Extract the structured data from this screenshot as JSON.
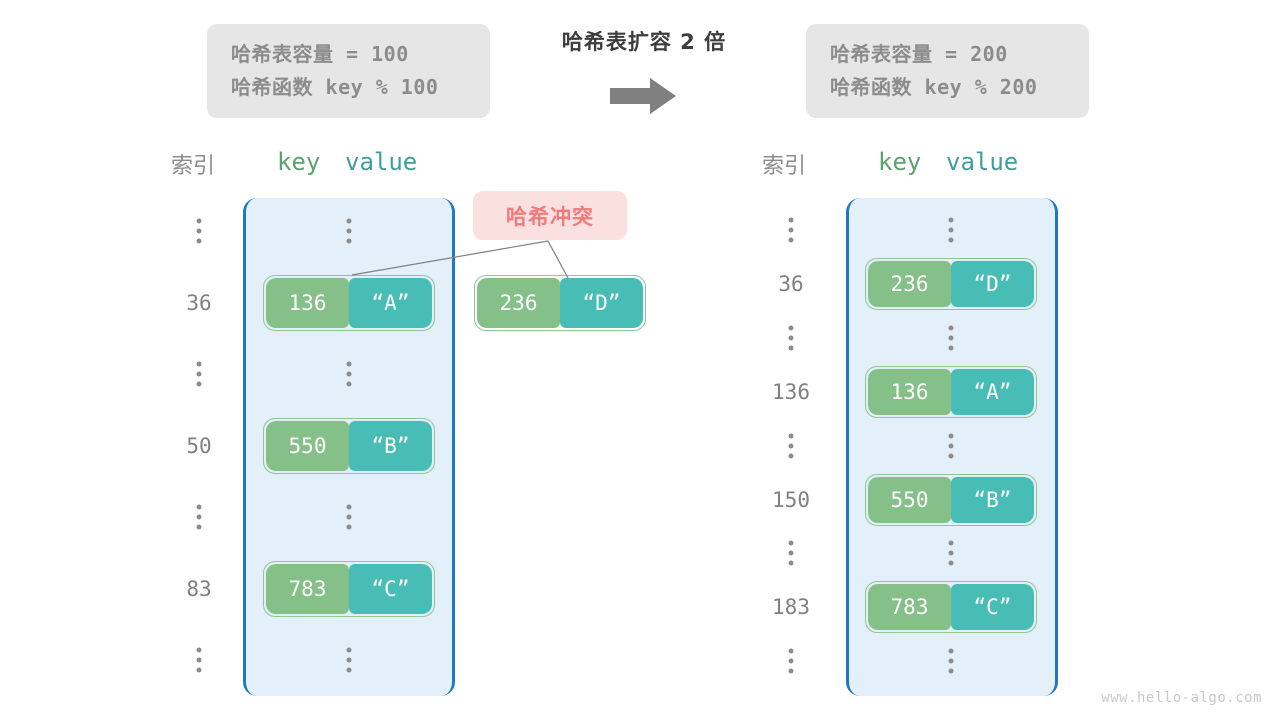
{
  "header": {
    "left_box": {
      "capacity_line": "哈希表容量 = 100",
      "hashfunc_line": "哈希函数 key % 100"
    },
    "right_box": {
      "capacity_line": "哈希表容量 = 200",
      "hashfunc_line": "哈希函数 key % 200"
    },
    "expand_title": "哈希表扩容 2 倍",
    "arrow_icon": "right-arrow-icon",
    "arrow_color": "#808080"
  },
  "collision": {
    "badge_label": "哈希冲突",
    "badge_bg": "#fbe0e0",
    "badge_text_color": "#ef7b7b",
    "leader_line_color": "#808080"
  },
  "colors": {
    "key_cell": "#84c087",
    "value_cell": "#48bdb6",
    "pair_border": "#8fc790",
    "bucket_bg": "#e3eff9",
    "bucket_border": "#1f78c1",
    "index_text": "#808080",
    "dots": "#8c8c8c",
    "info_box_bg": "#e6e6e6",
    "info_box_text": "#8c8c8c"
  },
  "left_table": {
    "header_index": "索引",
    "header_key": "key",
    "header_value": "value",
    "rows": [
      {
        "type": "ellipsis",
        "index": "",
        "key": "",
        "value": ""
      },
      {
        "type": "entry",
        "index": "36",
        "key": "136",
        "value": "“A”"
      },
      {
        "type": "ellipsis",
        "index": "",
        "key": "",
        "value": ""
      },
      {
        "type": "entry",
        "index": "50",
        "key": "550",
        "value": "“B”"
      },
      {
        "type": "ellipsis",
        "index": "",
        "key": "",
        "value": ""
      },
      {
        "type": "entry",
        "index": "83",
        "key": "783",
        "value": "“C”"
      },
      {
        "type": "ellipsis",
        "index": "",
        "key": "",
        "value": ""
      }
    ]
  },
  "colliding_pair": {
    "key": "236",
    "value": "“D”"
  },
  "right_table": {
    "header_index": "索引",
    "header_key": "key",
    "header_value": "value",
    "rows": [
      {
        "type": "ellipsis",
        "index": "",
        "key": "",
        "value": ""
      },
      {
        "type": "entry",
        "index": "36",
        "key": "236",
        "value": "“D”"
      },
      {
        "type": "ellipsis",
        "index": "",
        "key": "",
        "value": ""
      },
      {
        "type": "entry",
        "index": "136",
        "key": "136",
        "value": "“A”"
      },
      {
        "type": "ellipsis",
        "index": "",
        "key": "",
        "value": ""
      },
      {
        "type": "entry",
        "index": "150",
        "key": "550",
        "value": "“B”"
      },
      {
        "type": "ellipsis",
        "index": "",
        "key": "",
        "value": ""
      },
      {
        "type": "entry",
        "index": "183",
        "key": "783",
        "value": "“C”"
      },
      {
        "type": "ellipsis",
        "index": "",
        "key": "",
        "value": ""
      }
    ]
  },
  "watermark": "www.hello-algo.com"
}
